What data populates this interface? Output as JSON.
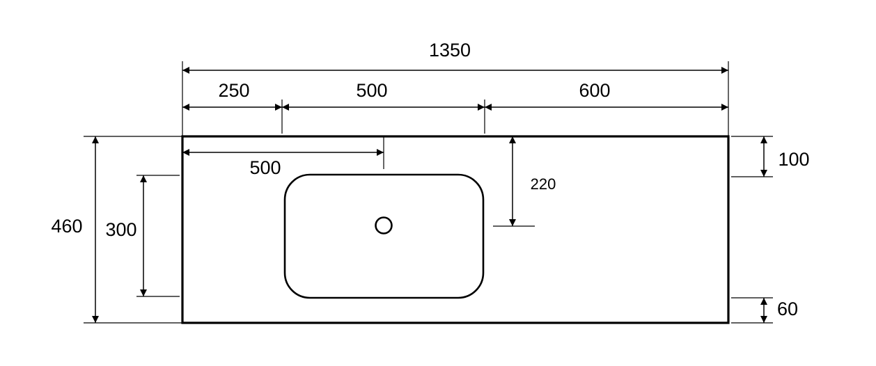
{
  "dimensions": {
    "total_width": "1350",
    "left_offset": "250",
    "basin_width": "500",
    "right_offset": "600",
    "tap_offset": "500",
    "total_depth": "460",
    "basin_depth": "300",
    "drain_depth": "220",
    "back_margin": "100",
    "front_margin": "60"
  }
}
